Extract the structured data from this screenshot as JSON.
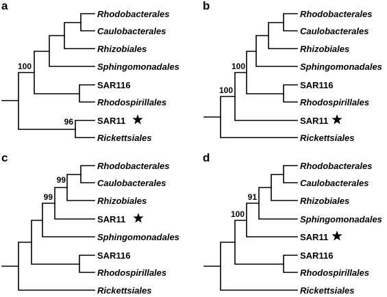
{
  "panels": [
    {
      "letter": "a",
      "taxa": [
        {
          "label": "Rhodobacterales",
          "italic": true,
          "star": false
        },
        {
          "label": "Caulobacterales",
          "italic": true,
          "star": false
        },
        {
          "label": "Rhizobiales",
          "italic": true,
          "star": false
        },
        {
          "label": "Sphingomonadales",
          "italic": true,
          "star": false
        },
        {
          "label": "SAR116",
          "italic": false,
          "star": false
        },
        {
          "label": "Rhodospirillales",
          "italic": true,
          "star": false
        },
        {
          "label": "SAR11",
          "italic": false,
          "star": true
        },
        {
          "label": "Rickettsiales",
          "italic": true,
          "star": false
        }
      ],
      "support_values": [
        "100",
        "96"
      ]
    },
    {
      "letter": "b",
      "taxa": [
        {
          "label": "Rhodobacterales",
          "italic": true,
          "star": false
        },
        {
          "label": "Caulobacterales",
          "italic": true,
          "star": false
        },
        {
          "label": "Rhizobiales",
          "italic": true,
          "star": false
        },
        {
          "label": "Sphingomonadales",
          "italic": true,
          "star": false
        },
        {
          "label": "SAR116",
          "italic": false,
          "star": false
        },
        {
          "label": "Rhodospirillales",
          "italic": true,
          "star": false
        },
        {
          "label": "SAR11",
          "italic": false,
          "star": true
        },
        {
          "label": "Rickettsiales",
          "italic": true,
          "star": false
        }
      ],
      "support_values": [
        "100",
        "100"
      ]
    },
    {
      "letter": "c",
      "taxa": [
        {
          "label": "Rhodobacterales",
          "italic": true,
          "star": false
        },
        {
          "label": "Caulobacterales",
          "italic": true,
          "star": false
        },
        {
          "label": "Rhizobiales",
          "italic": true,
          "star": false
        },
        {
          "label": "SAR11",
          "italic": false,
          "star": true
        },
        {
          "label": "Sphingomonadales",
          "italic": true,
          "star": false
        },
        {
          "label": "SAR116",
          "italic": false,
          "star": false
        },
        {
          "label": "Rhodospirillales",
          "italic": true,
          "star": false
        },
        {
          "label": "Rickettsiales",
          "italic": true,
          "star": false
        }
      ],
      "support_values": [
        "99",
        "99"
      ]
    },
    {
      "letter": "d",
      "taxa": [
        {
          "label": "Rhodobacterales",
          "italic": true,
          "star": false
        },
        {
          "label": "Caulobacterales",
          "italic": true,
          "star": false
        },
        {
          "label": "Rhizobiales",
          "italic": true,
          "star": false
        },
        {
          "label": "Sphingomonadales",
          "italic": true,
          "star": false
        },
        {
          "label": "SAR11",
          "italic": false,
          "star": true
        },
        {
          "label": "SAR116",
          "italic": false,
          "star": false
        },
        {
          "label": "Rhodospirillales",
          "italic": true,
          "star": false
        },
        {
          "label": "Rickettsiales",
          "italic": true,
          "star": false
        }
      ],
      "support_values": [
        "91",
        "100"
      ]
    }
  ]
}
